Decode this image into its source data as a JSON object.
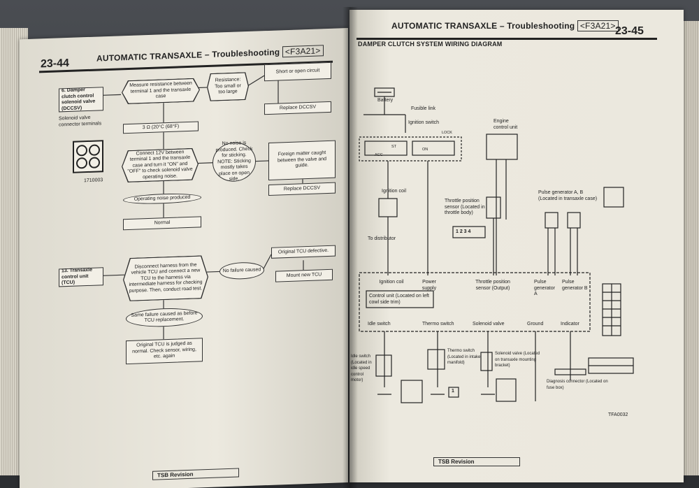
{
  "left_page": {
    "page_number": "23-44",
    "header_title": "AUTOMATIC TRANSAXLE – Troubleshooting",
    "header_code": "<F3A21>",
    "section_dccsv": {
      "label": "6. Damper clutch control solenoid valve (DCCSV)",
      "connector_label": "Solenoid valve connector terminals",
      "connector_code": "1710003",
      "step_measure": "Measure resistance between terminal 1 and the transaxle case",
      "resistance_value": "3 Ω (20°C (68°F)",
      "resistance_fail": "Resistance: Too small or too large",
      "short_open": "Short or open circuit",
      "replace_1": "Replace DCCSV",
      "step_connect": "Connect 12V between terminal 1 and the transaxle case and turn it \"ON\" and \"OFF\" to check solenoid valve operating noise.",
      "no_noise": "No noise is produced. Check for sticking. NOTE: Sticking mostly takes place on open side.",
      "foreign_matter": "Foreign matter caught between the valve and guide.",
      "replace_2": "Replace DCCSV",
      "noise_produced": "Operating noise produced",
      "normal": "Normal"
    },
    "section_tcu": {
      "label": "13. Transaxle control unit (TCU)",
      "step_disconnect": "Disconnect harness from the vehicle TCU and connect a new TCU to the harness via intermediate harness for checking purpose. Then, conduct road test.",
      "no_failure": "No failure caused",
      "original_defective": "Original TCU defective.",
      "mount_new": "Mount new TCU",
      "same_failure": "Same failure caused as before TCU replacement.",
      "judged_normal": "Original TCU is judged as normal. Check sensor, wiring, etc. again"
    },
    "footer": "TSB Revision"
  },
  "right_page": {
    "page_number": "23-45",
    "header_title": "AUTOMATIC TRANSAXLE – Troubleshooting",
    "header_code": "<F3A21>",
    "diagram_title": "DAMPER CLUTCH SYSTEM WIRING DIAGRAM",
    "labels": {
      "battery": "Battery",
      "fusible_link": "Fusible link",
      "ignition_switch": "Ignition switch",
      "engine_control_unit": "Engine control unit",
      "ignition_coil": "Ignition coil",
      "throttle_sensor": "Throttle position sensor (Located in throttle body)",
      "pulse_generator": "Pulse generator A, B (Located in transaxle case)",
      "to_distributor": "To distributor",
      "ig_coil_term": "Ignition coil",
      "power_supply": "Power supply",
      "tps_output": "Throttle position sensor (Output)",
      "pulse_a": "Pulse generator A",
      "pulse_b": "Pulse generator B",
      "control_unit": "Control unit (Located on left cowl side trim)",
      "idle_switch": "Idle switch",
      "thermo_switch": "Thermo switch",
      "solenoid_valve": "Solenoid valve",
      "ground": "Ground",
      "indicator": "Indicator",
      "idle_switch_loc": "Idle switch (Located in idle speed control motor)",
      "thermo_loc": "Thermo switch (Located in intake manifold)",
      "solenoid_loc": "Solenoid valve (Located on transaxle mounting bracket)",
      "diag_connector": "Diagnosis connector (Located on fuse box)",
      "code": "TFA0032",
      "connector_1234": "1 2 3 4",
      "lock": "LOCK",
      "acc": "ACC",
      "st": "ST",
      "on": "ON",
      "one": "1"
    },
    "footer": "TSB Revision"
  }
}
